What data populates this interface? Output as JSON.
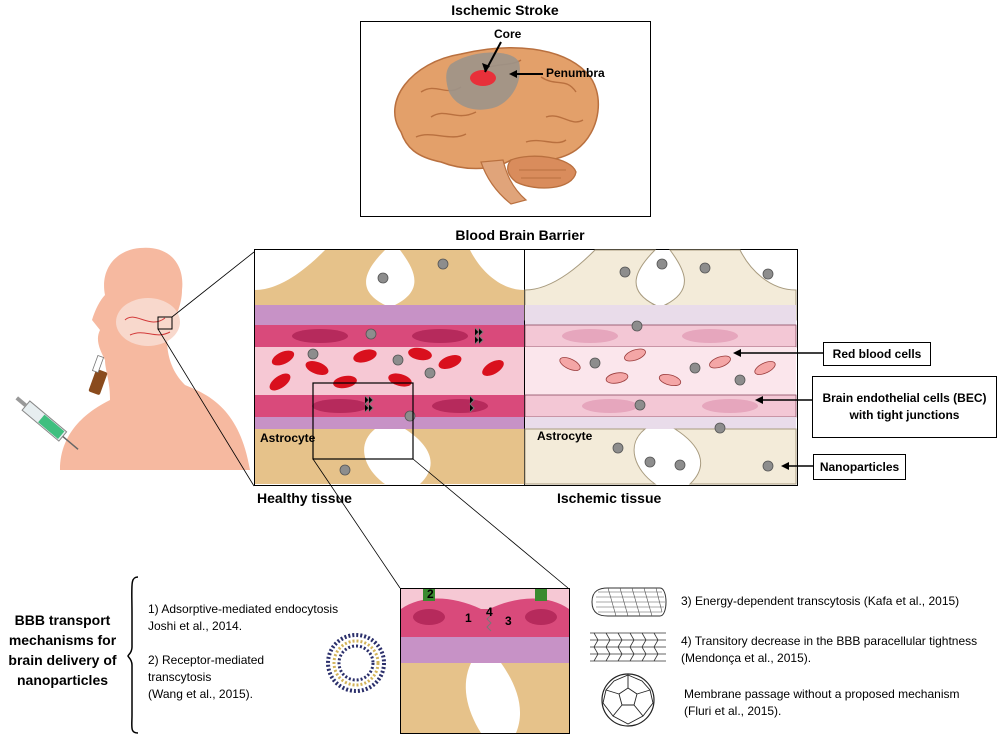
{
  "stroke": {
    "title": "Ischemic Stroke",
    "core_label": "Core",
    "penumbra_label": "Penumbra"
  },
  "bbb": {
    "title": "Blood Brain Barrier",
    "healthy_label": "Healthy tissue",
    "ischemic_label": "Ischemic tissue",
    "astrocyte_label": "Astrocyte",
    "astrocyte_label_ischemic": "Astrocyte"
  },
  "callouts": {
    "red_blood_cells": "Red blood cells",
    "bec_line1": "Brain endothelial cells (BEC)",
    "bec_line2": "with tight junctions",
    "nanoparticles": "Nanoparticles"
  },
  "transport": {
    "heading_line1": "BBB transport",
    "heading_line2": "mechanisms for",
    "heading_line3": "brain delivery of",
    "heading_line4": "nanoparticles",
    "m1_line1": "1)   Adsorptive-mediated endocytosis",
    "m1_line2": "Joshi et al., 2014.",
    "m2_line1": "2) Receptor-mediated",
    "m2_line2": "transcytosis",
    "m2_line3": "(Wang et al., 2015).",
    "m3": "3) Energy-dependent transcytosis (Kafa et al., 2015)",
    "m4_line1": "4) Transitory decrease in the BBB paracellular tightness",
    "m4_line2": "(Mendonça et al., 2015).",
    "m5_line1": "Membrane passage without a proposed mechanism",
    "m5_line2": "(Fluri et al., 2015).",
    "zoom_num1": "1",
    "zoom_num2": "2",
    "zoom_num3": "3",
    "zoom_num4": "4"
  },
  "colors": {
    "brain": "#e3a06a",
    "penumbra": "#9c9489",
    "core": "#e8303a",
    "endothelium": "#d94a7b",
    "lumen": "#f6c8d4",
    "rbc": "#d9101d",
    "astrocyte": "#e6c28a",
    "basement": "#c792c6",
    "skin": "#f6b9a0"
  }
}
